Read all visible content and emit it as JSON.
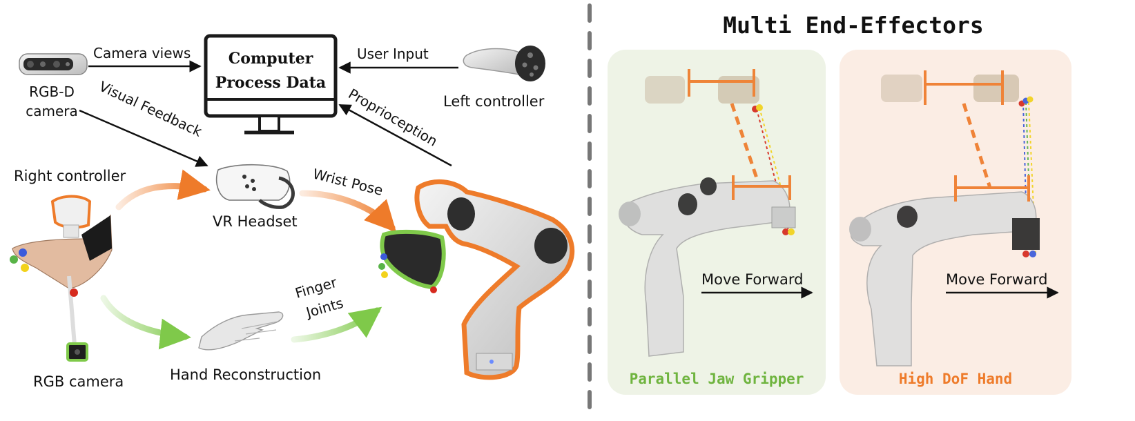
{
  "colors": {
    "orange": "#EE7B2A",
    "green": "#7FC94A",
    "dark": "#111111",
    "panel_left_bg": "#EEF3E6",
    "panel_right_bg": "#FBEDE4",
    "green_caption": "#6FB43F",
    "orange_caption": "#EE7B2A"
  },
  "labels": {
    "computer_line1": "Computer",
    "computer_line2": "Process Data",
    "camera_views": "Camera views",
    "user_input": "User Input",
    "rgbd_line1": "RGB-D",
    "rgbd_line2": "camera",
    "left_controller": "Left controller",
    "visual_feedback": "Visual Feedback",
    "proprioception": "Proprioception",
    "right_controller": "Right controller",
    "vr_headset": "VR Headset",
    "wrist_pose": "Wrist Pose",
    "finger_line1": "Finger",
    "finger_line2": "Joints",
    "rgb_camera": "RGB camera",
    "hand_reconstruction": "Hand Reconstruction"
  },
  "right_section": {
    "title": "Multi End-Effectors",
    "panel_left": {
      "move_label": "Move Forward",
      "caption": "Parallel Jaw Gripper"
    },
    "panel_right": {
      "move_label": "Move Forward",
      "caption": "High DoF Hand"
    }
  },
  "icons": [
    "rgbd-camera-icon",
    "computer-monitor-icon",
    "vr-controller-icon",
    "vr-headset-icon",
    "robot-arm-icon",
    "hand-mesh-icon",
    "rgb-camera-icon"
  ]
}
